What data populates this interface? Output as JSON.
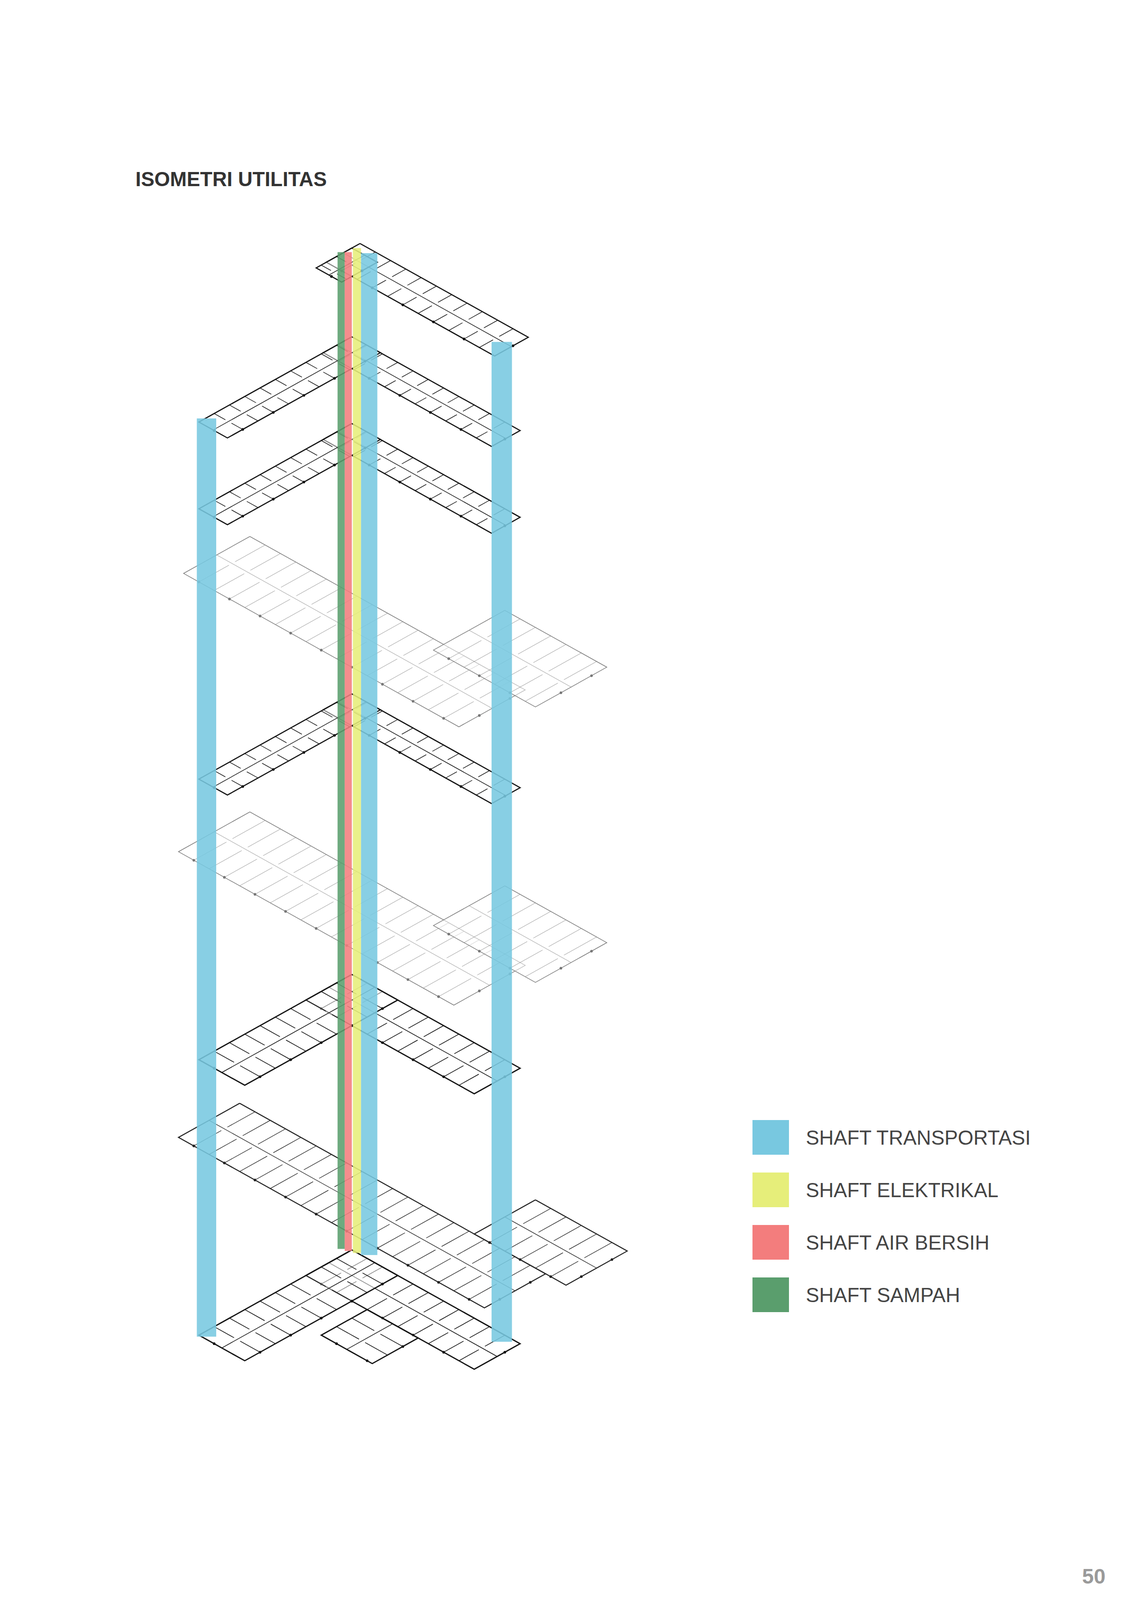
{
  "diagram": {
    "title": "ISOMETRI UTILITAS",
    "labels": [
      "50"
    ],
    "legend": [
      {
        "text": "SHAFT TRANSPORTASI",
        "color": "#78c8e0"
      },
      {
        "text": "SHAFT ELEKTRIKAL",
        "color": "#e6ee7a"
      },
      {
        "text": "SHAFT AIR BERSIH",
        "color": "#f37d7d"
      },
      {
        "text": "SHAFT SAMPAH",
        "color": "#5a9e6d"
      }
    ]
  }
}
